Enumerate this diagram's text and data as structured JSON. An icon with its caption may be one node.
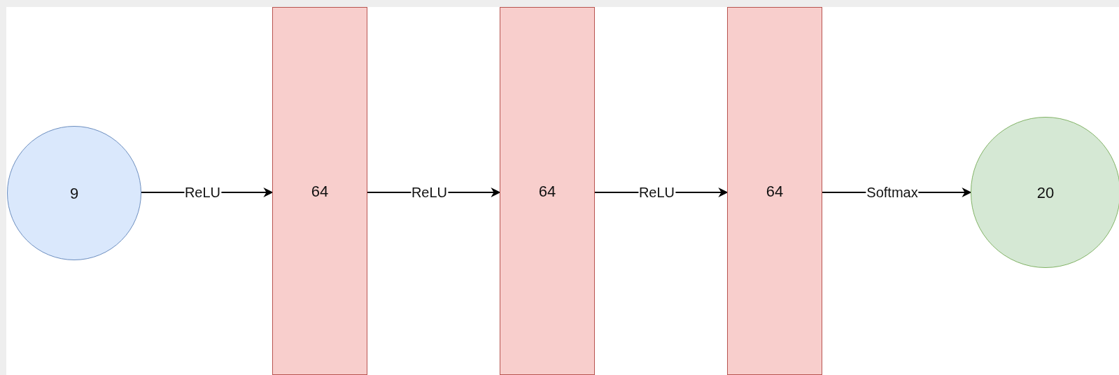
{
  "diagram": {
    "nodes": [
      {
        "text": [
          "9"
        ]
      },
      {
        "text": [
          "64"
        ]
      },
      {
        "text": [
          "64"
        ]
      },
      {
        "text": [
          "64"
        ]
      },
      {
        "text": [
          "20"
        ]
      }
    ],
    "edges": [
      {
        "from": 0,
        "to": 1,
        "arrow": "to",
        "label": "ReLU"
      },
      {
        "from": 1,
        "to": 2,
        "arrow": "to",
        "label": "ReLU"
      },
      {
        "from": 2,
        "to": 3,
        "arrow": "to",
        "label": "ReLU"
      },
      {
        "from": 3,
        "to": 4,
        "arrow": "to",
        "label": "Softmax"
      }
    ]
  }
}
